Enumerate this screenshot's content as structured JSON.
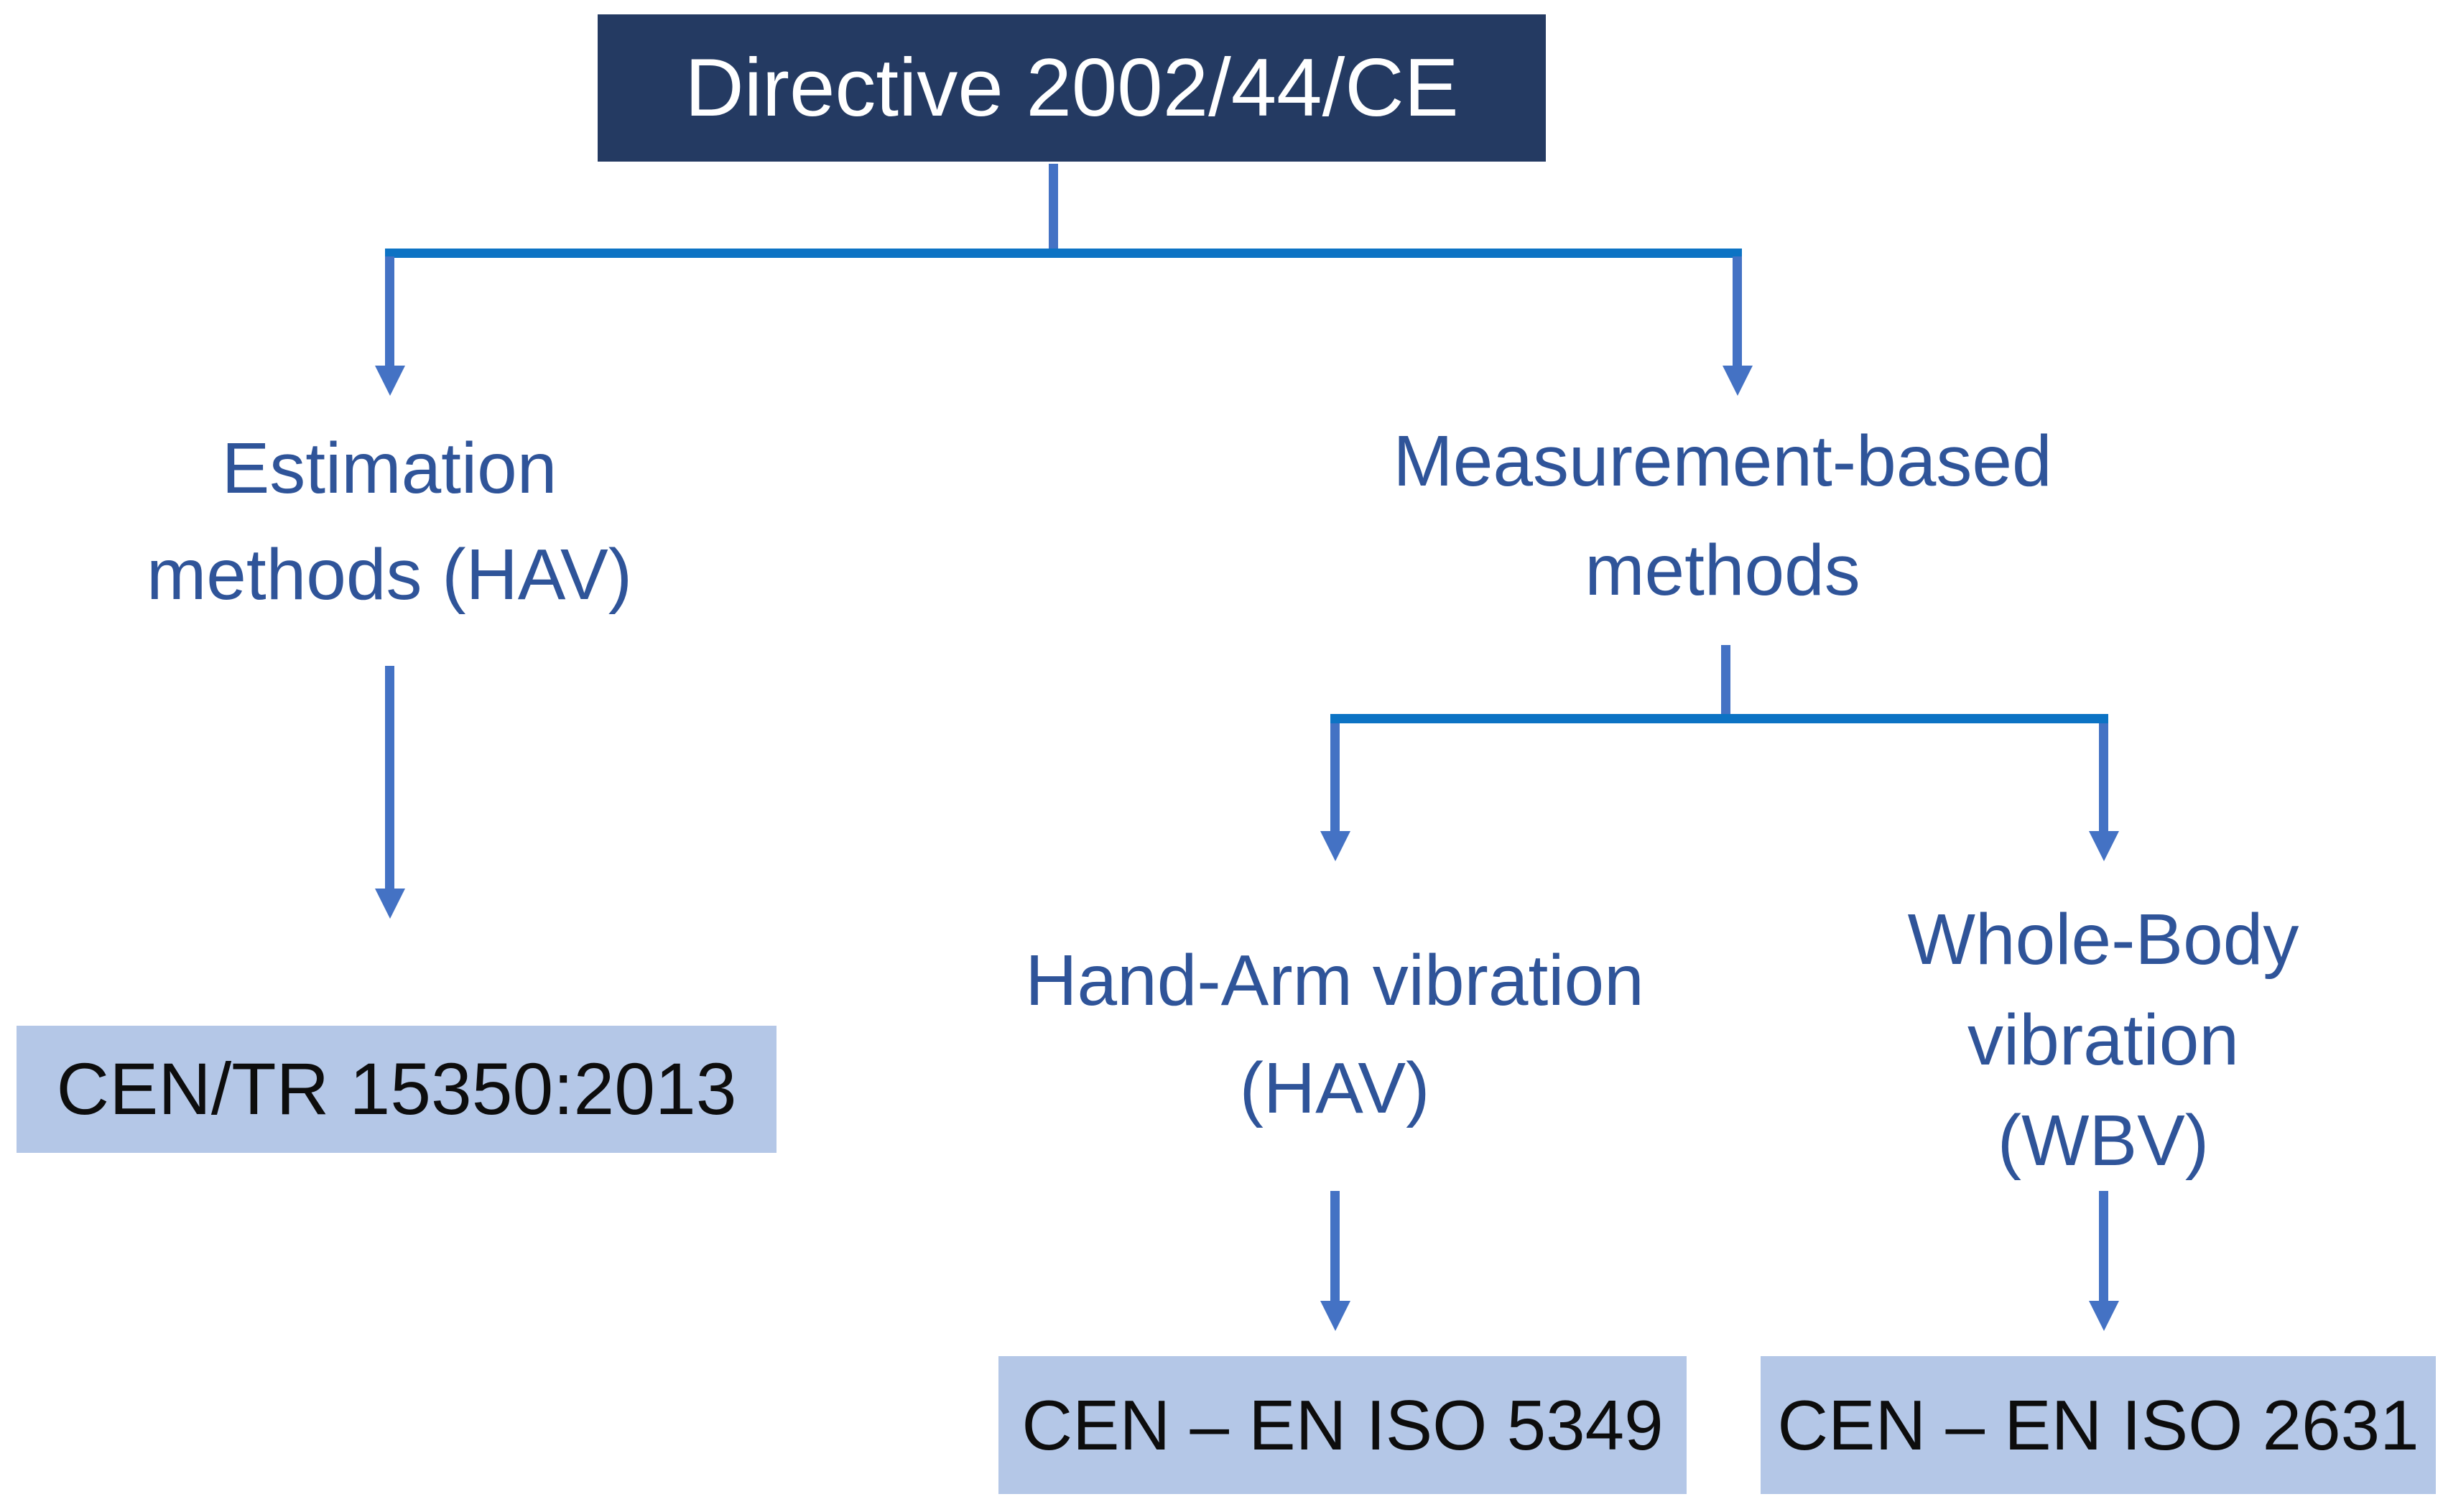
{
  "diagram": {
    "title": "Directive 2002/44/CE",
    "nodes": {
      "root": {
        "label": "Directive 2002/44/CE"
      },
      "estimation": {
        "label": "Estimation\nmethods (HAV)"
      },
      "measurement": {
        "label": "Measurement-based\nmethods"
      },
      "hand_arm": {
        "label": "Hand-Arm vibration\n(HAV)"
      },
      "whole_body": {
        "label": "Whole-Body\nvibration\n(WBV)"
      },
      "cen_tr": {
        "label": "CEN/TR 15350:2013"
      },
      "cen_iso_5349": {
        "label": "CEN – EN ISO 5349"
      },
      "cen_iso_2631": {
        "label": "CEN – EN ISO 2631"
      }
    },
    "edges": [
      {
        "from": "root",
        "to": "estimation"
      },
      {
        "from": "root",
        "to": "measurement"
      },
      {
        "from": "estimation",
        "to": "cen_tr"
      },
      {
        "from": "measurement",
        "to": "hand_arm"
      },
      {
        "from": "measurement",
        "to": "whole_body"
      },
      {
        "from": "hand_arm",
        "to": "cen_iso_5349"
      },
      {
        "from": "whole_body",
        "to": "cen_iso_2631"
      }
    ],
    "colors": {
      "root_box_bg": "#243a62",
      "root_box_text": "#ffffff",
      "leaf_box_bg": "#b4c7e7",
      "leaf_box_text": "#0d0d0d",
      "branch_label_text": "#2f5499",
      "connector_arrow": "#4472c4",
      "connector_bar": "#0c73c4",
      "background": "#ffffff"
    }
  }
}
